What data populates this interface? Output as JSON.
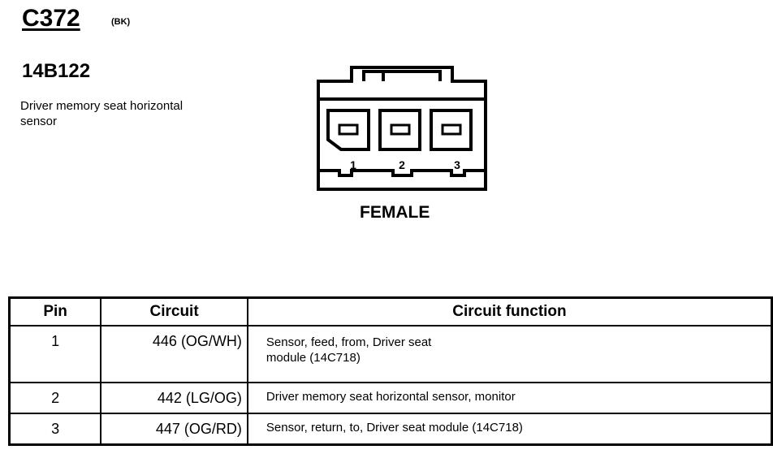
{
  "header": {
    "connector_id": "C372",
    "color_code": "(BK)",
    "part_number": "14B122",
    "description": "Driver memory seat horizontal sensor"
  },
  "connector": {
    "pin_labels": [
      "1",
      "2",
      "3"
    ],
    "gender": "FEMALE"
  },
  "table": {
    "headers": [
      "Pin",
      "Circuit",
      "Circuit function"
    ],
    "rows": [
      {
        "pin": "1",
        "circuit": "446 (OG/WH)",
        "function_line1": "Sensor, feed, from, Driver seat",
        "function_line2": "module (14C718)"
      },
      {
        "pin": "2",
        "circuit": "442 (LG/OG)",
        "function_line1": "Driver memory seat horizontal sensor, monitor",
        "function_line2": ""
      },
      {
        "pin": "3",
        "circuit": "447 (OG/RD)",
        "function_line1": "Sensor, return, to, Driver seat module (14C718)",
        "function_line2": ""
      }
    ]
  }
}
